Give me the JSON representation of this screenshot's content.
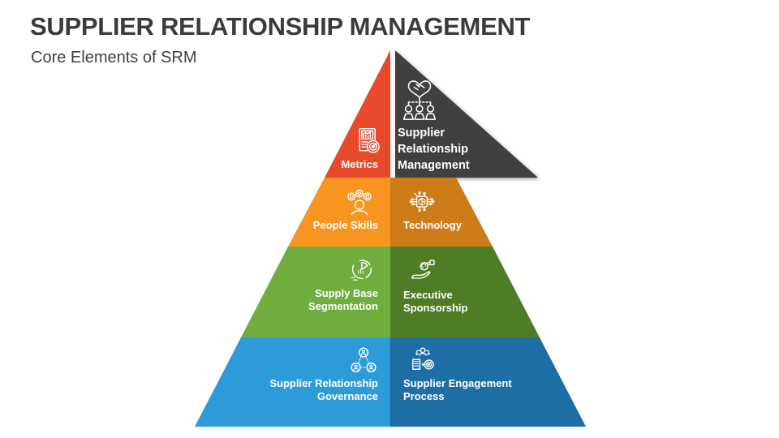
{
  "header": {
    "title": "SUPPLIER RELATIONSHIP MANAGEMENT",
    "subtitle": "Core Elements of SRM"
  },
  "colors": {
    "red": "#E6492B",
    "dark_gray": "#404040",
    "orange_light": "#F89420",
    "orange_dark": "#CE7B1A",
    "green_light": "#6FAE3E",
    "green_dark": "#4E7D25",
    "blue_light": "#2D9BD7",
    "blue_dark": "#1C6EA4",
    "label_text": "#FFFFFF",
    "title_text": "#3B3B3B"
  },
  "pyramid": {
    "apex": {
      "label": "Supplier\nRelationship\nManagement",
      "icon": "partnership-team-icon"
    },
    "levels": [
      {
        "left": {
          "label": "Metrics",
          "icon": "metrics-chart-target-icon"
        }
      },
      {
        "left": {
          "label": "People Skills",
          "icon": "people-skills-icon"
        },
        "right": {
          "label": "Technology",
          "icon": "technology-chip-icon"
        }
      },
      {
        "left": {
          "label": "Supply Base\nSegmentation",
          "icon": "pie-segmentation-icon"
        },
        "right": {
          "label": "Executive\nSponsorship",
          "icon": "hand-money-icon"
        }
      },
      {
        "left": {
          "label": "Supplier Relationship\nGovernance",
          "icon": "network-people-icon"
        },
        "right": {
          "label": "Supplier Engagement\nProcess",
          "icon": "engagement-process-icon"
        }
      }
    ]
  }
}
